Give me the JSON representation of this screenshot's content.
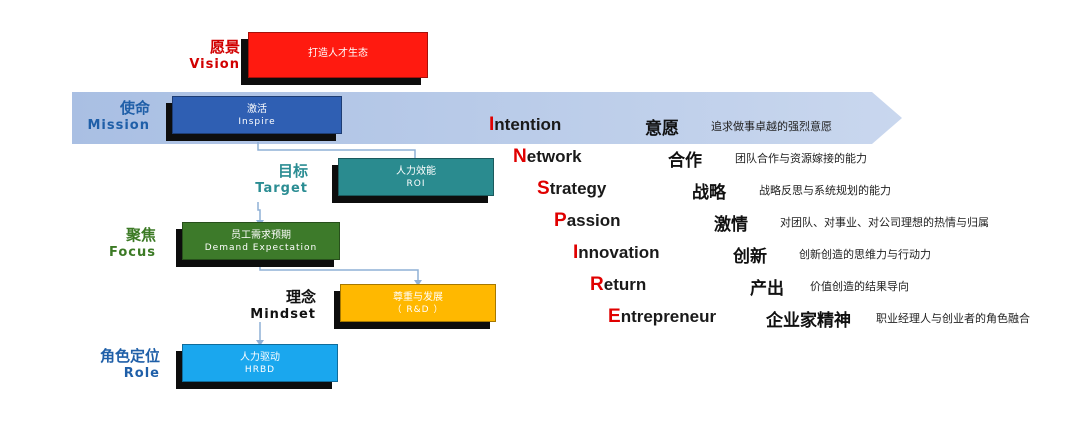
{
  "colors": {
    "vision": "#ff1a10",
    "mission": "#2f5fb3",
    "target": "#2a8b8f",
    "focus": "#3d7a2a",
    "mindset": "#ffb800",
    "role": "#1aa7ee",
    "banner": "#b9cbe6",
    "red_label": "#d10000",
    "blue_label": "#1f5fa8",
    "teal_label": "#2b8d93",
    "green_label": "#3c7a25",
    "black_label": "#111111"
  },
  "left": {
    "vision": {
      "cn": "愿景",
      "en": "Vision",
      "box": "打造人才生态"
    },
    "mission": {
      "cn": "使命",
      "en": "Mission",
      "box1": "激活",
      "box2": "Inspire"
    },
    "target": {
      "cn": "目标",
      "en": "Target",
      "box1": "人力效能",
      "box2": "ROI"
    },
    "focus": {
      "cn": "聚焦",
      "en": "Focus",
      "box1": "员工需求预期",
      "box2": "Demand Expectation"
    },
    "mindset": {
      "cn": "理念",
      "en": "Mindset",
      "box1": "尊重与发展",
      "box2": "（ R&D ）"
    },
    "role": {
      "cn": "角色定位",
      "en": "Role",
      "box1": "人力驱动",
      "box2": "HRBD"
    }
  },
  "acronym": [
    {
      "initial": "I",
      "rest": "ntention",
      "cn": "意愿",
      "desc": "追求做事卓越的强烈意愿"
    },
    {
      "initial": "N",
      "rest": "etwork",
      "cn": "合作",
      "desc": "团队合作与资源嫁接的能力"
    },
    {
      "initial": "S",
      "rest": "trategy",
      "cn": "战略",
      "desc": "战略反思与系统规划的能力"
    },
    {
      "initial": "P",
      "rest": "assion",
      "cn": "激情",
      "desc": "对团队、对事业、对公司理想的热情与归属"
    },
    {
      "initial": "I",
      "rest": "nnovation",
      "cn": "创新",
      "desc": "创新创造的思维力与行动力"
    },
    {
      "initial": "R",
      "rest": "eturn",
      "cn": "产出",
      "desc": "价值创造的结果导向"
    },
    {
      "initial": "E",
      "rest": "ntrepreneur",
      "cn": "企业家精神",
      "desc": "职业经理人与创业者的角色融合"
    }
  ]
}
